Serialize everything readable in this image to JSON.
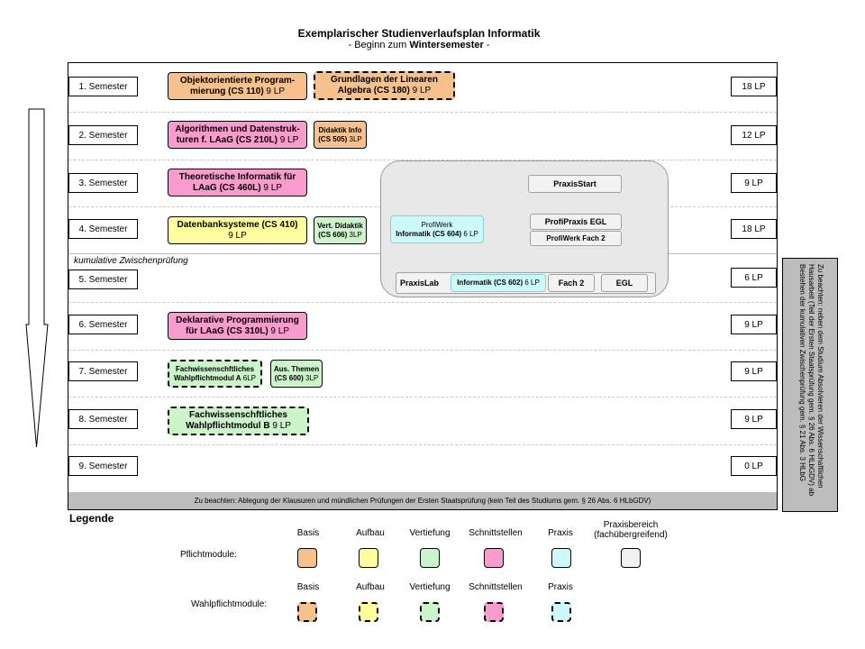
{
  "header": {
    "title": "Exemplarischer Studienverlaufsplan Informatik",
    "subtitle_prefix": "- Beginn zum ",
    "subtitle_bold": "Wintersemester",
    "subtitle_suffix": " -"
  },
  "semesters": [
    {
      "label": "1. Semester",
      "lp": "18 LP"
    },
    {
      "label": "2. Semester",
      "lp": "12 LP"
    },
    {
      "label": "3. Semester",
      "lp": "9 LP"
    },
    {
      "label": "4. Semester",
      "lp": "18 LP"
    },
    {
      "label": "5. Semester",
      "lp": "6 LP"
    },
    {
      "label": "6. Semester",
      "lp": "9 LP"
    },
    {
      "label": "7. Semester",
      "lp": "9 LP"
    },
    {
      "label": "8. Semester",
      "lp": "9 LP"
    },
    {
      "label": "9. Semester",
      "lp": "0 LP"
    }
  ],
  "modules": {
    "oop": {
      "line1": "Objektorientierte Program-",
      "line2": "mierung (CS 110)",
      "lp": " 9 LP"
    },
    "linalg": {
      "line1": "Grundlagen der Linearen",
      "line2": "Algebra (CS 180)",
      "lp": " 9 LP"
    },
    "algo": {
      "line1": "Algorithmen und Datenstruk-",
      "line2": "turen f. LAaG (CS 210L)",
      "lp": " 9 LP"
    },
    "didaktik_info": {
      "line1": "Didaktik Info",
      "line2": "(CS 505)",
      "lp": " 3LP"
    },
    "theo": {
      "line1": "Theoretische Informatik für",
      "line2": "LAaG (CS 460L)",
      "lp": " 9 LP"
    },
    "db": {
      "line1": "Datenbanksysteme (CS 410)",
      "line2": "",
      "lp": "9 LP"
    },
    "vert_didaktik": {
      "line1": "Vert. Didaktik",
      "line2": "(CS 606)",
      "lp": " 3LP"
    },
    "deklarativ": {
      "line1": "Deklarative Programmierung",
      "line2": "für LAaG (CS 310L)",
      "lp": " 9 LP"
    },
    "wahl_a": {
      "line1": "Fachwissenschftliches",
      "line2": "Wahlpflichtmodul A",
      "lp": " 6LP"
    },
    "aus_themen": {
      "line1": "Aus. Themen",
      "line2": "(CS 600)",
      "lp": " 3LP"
    },
    "wahl_b": {
      "line1": "Fachwissenschftliches",
      "line2": "Wahlpflichtmodul B",
      "lp": " 9 LP"
    }
  },
  "praxis": {
    "praxisstart": "PraxisStart",
    "profiwerk_inf_line1": "ProfiWerk",
    "profiwerk_inf_line2": "Informatik (CS 604)",
    "profiwerk_inf_lp": " 6 LP",
    "profipraxis_egl": "ProfiPraxis EGL",
    "profiwerk_fach2": "ProfiWerk Fach 2",
    "praxislab": "PraxisLab",
    "praxislab_inf": "Informatik (CS 602)",
    "praxislab_inf_lp": " 6 LP",
    "fach2": "Fach 2",
    "egl": "EGL"
  },
  "zwischenpruefung": "kumulative Zwischenprüfung",
  "bottom_note": "Zu beachten: Ablegung der Klausuren und mündlichen Prüfungen der Ersten Staatsprüfung (kein Teil des Studiums gem. § 26 Abs. 6 HLbGDV)",
  "side_note": "Zu beachten: neben dem Studium Absolvieren der Wissenschaftlichen Hausarbeit (Teil der Ersten Staatsprüfung gem. § 26 Abs. 6 HLbGDV) ab Bestehen der kumulativen Zwischenprüfung gem. § 21 Abs. 3 HLbG",
  "legend": {
    "title": "Legende",
    "pflicht_label": "Pflichtmodule:",
    "wahl_label": "Wahlpflichtmodule:",
    "categories": [
      "Basis",
      "Aufbau",
      "Vertiefung",
      "Schnittstellen",
      "Praxis"
    ],
    "praxisbereich_line1": "Praxisbereich",
    "praxisbereich_line2": "(fachübergreifend)"
  },
  "colors": {
    "basis": "#f7c18d",
    "aufbau": "#ffff9e",
    "vertiefung": "#ccf3c9",
    "schnittstellen": "#f89ccd",
    "praxis": "#ccfafb",
    "praxisbereich": "#f2f2f2"
  }
}
